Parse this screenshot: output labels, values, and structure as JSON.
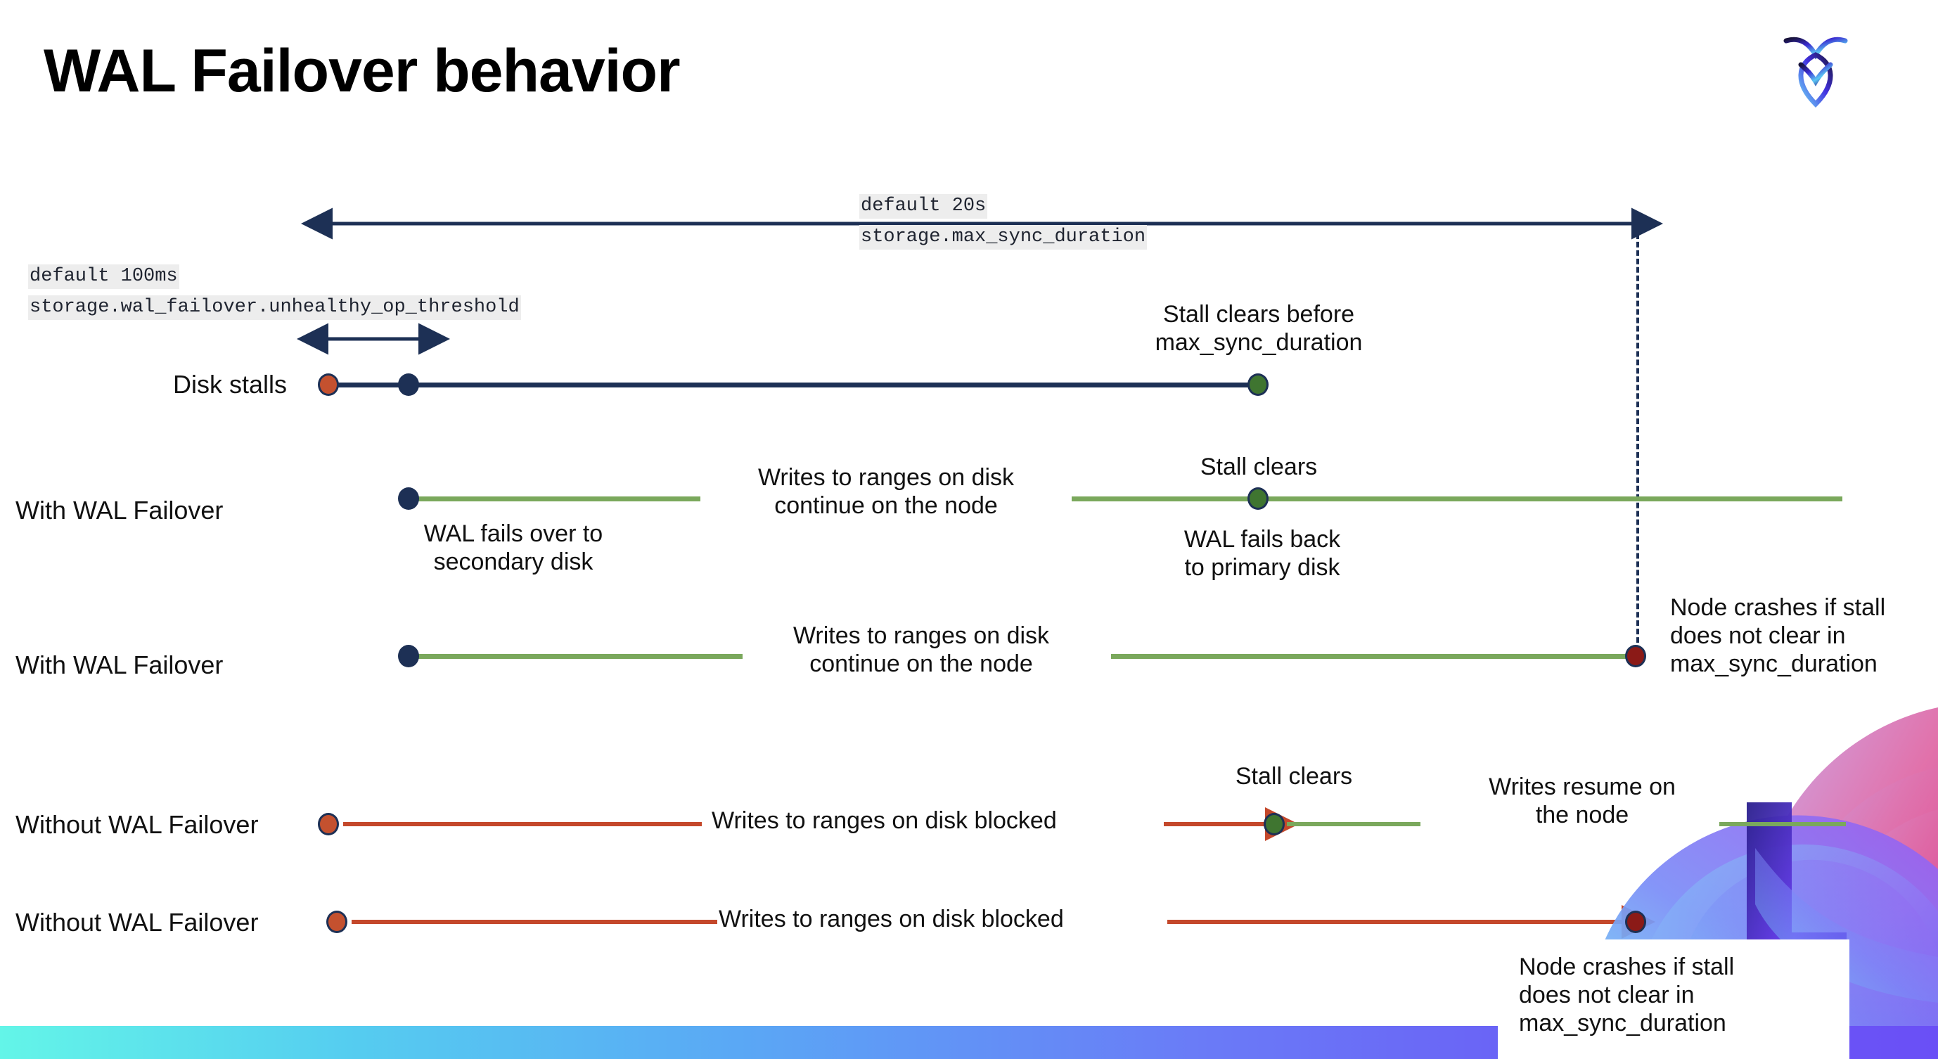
{
  "slide": {
    "title": "WAL Failover behavior",
    "logo_name": "cockroachdb-logo",
    "background": "#ffffff",
    "accent_navy": "#1d3055",
    "accent_green": "#7aa85c",
    "accent_red": "#c4482b",
    "dot_red": "#c4512f",
    "dot_green": "#3f7530",
    "dot_darkred": "#8b1a17"
  },
  "settings": {
    "max_sync": {
      "default_label": "default 20s",
      "cluster_setting": "storage.max_sync_duration"
    },
    "unhealthy_op": {
      "default_label": "default 100ms",
      "cluster_setting": "storage.wal_failover.unhealthy_op_threshold"
    }
  },
  "rows": [
    {
      "label": "Disk stalls",
      "annotation": "Stall clears before\nmax_sync_duration"
    },
    {
      "label": "With WAL Failover",
      "annotation_mid": "Writes to ranges on disk\ncontinue on the node",
      "annotation_start": "WAL fails over to\nsecondary disk",
      "annotation_clear": "Stall clears",
      "annotation_back": "WAL fails  back\nto primary disk"
    },
    {
      "label": "With WAL Failover",
      "annotation_mid": "Writes to ranges on disk\ncontinue on the node",
      "annotation_crash": "Node crashes if stall\ndoes not clear in\nmax_sync_duration"
    },
    {
      "label": "Without WAL Failover",
      "annotation_mid": "Writes to ranges on disk  blocked",
      "annotation_clear": "Stall clears",
      "annotation_resume": "Writes resume on\nthe node"
    },
    {
      "label": "Without WAL Failover",
      "annotation_mid": "Writes to ranges on disk  blocked",
      "annotation_crash": "Node crashes if stall\ndoes not clear in\nmax_sync_duration"
    }
  ]
}
